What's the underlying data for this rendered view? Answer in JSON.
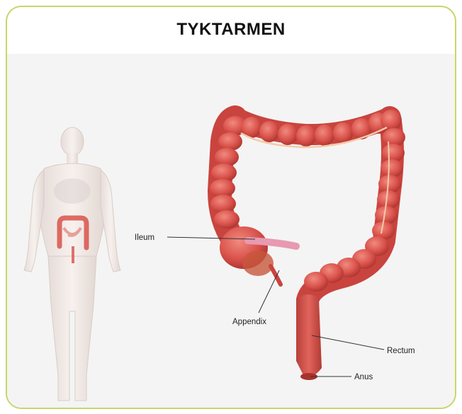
{
  "title": "TYKTARMEN",
  "labels": {
    "ileum": "Ileum",
    "appendix": "Appendix",
    "rectum": "Rectum",
    "anus": "Anus"
  },
  "colors": {
    "frame_border": "#c9d56a",
    "colon": "#d9524b",
    "colon_dark": "#b33a35",
    "body_skin": "#efe7e3"
  }
}
